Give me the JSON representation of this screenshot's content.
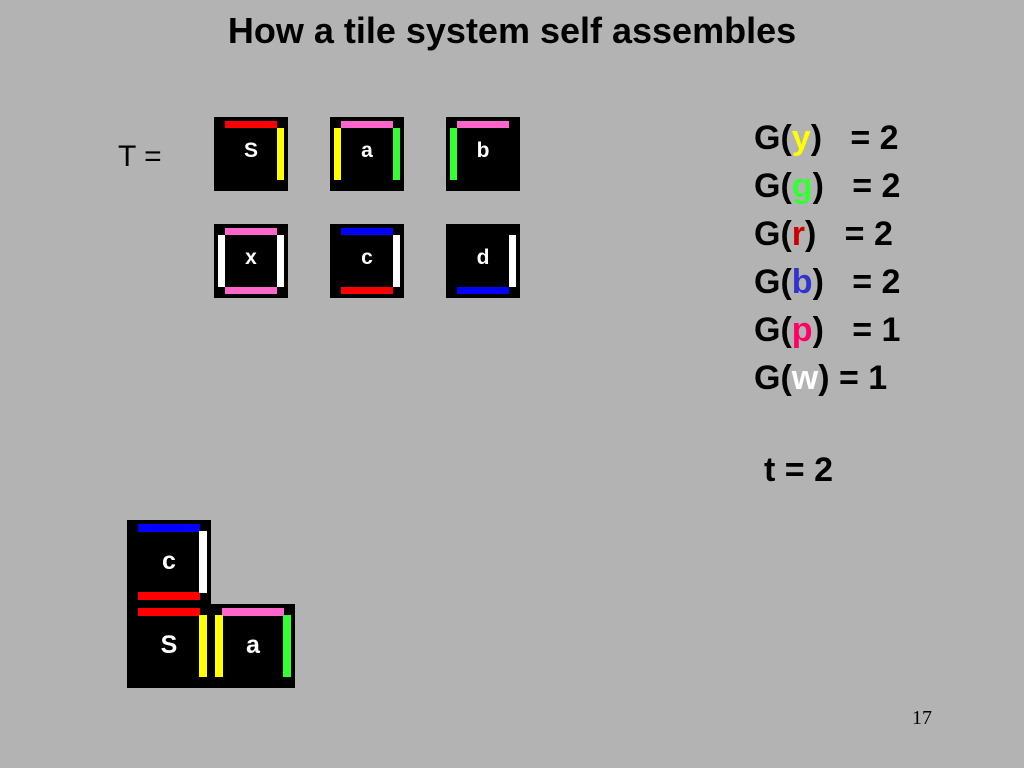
{
  "title": "How a tile system self assembles",
  "tile_set_label": "T =",
  "colors": {
    "background": "#b3b3b3",
    "red": "#ff0000",
    "yellow": "#ffff00",
    "pink": "#ff66cc",
    "green": "#33ff33",
    "blue": "#0000ff",
    "white": "#ffffff"
  },
  "tile_set": [
    {
      "label": "S",
      "north": "red",
      "east": "yellow",
      "south": null,
      "west": null
    },
    {
      "label": "a",
      "north": "pink",
      "east": "green",
      "south": null,
      "west": "yellow"
    },
    {
      "label": "b",
      "north": "pink",
      "east": null,
      "south": null,
      "west": "green"
    },
    {
      "label": "x",
      "north": "pink",
      "east": "white",
      "south": "pink",
      "west": "white"
    },
    {
      "label": "c",
      "north": "blue",
      "east": "white",
      "south": "red",
      "west": null
    },
    {
      "label": "d",
      "north": null,
      "east": "white",
      "south": "blue",
      "west": null
    }
  ],
  "assembly": [
    {
      "label": "c",
      "north": "blue",
      "east": "white",
      "south": "red",
      "west": null
    },
    {
      "label": "S",
      "north": "red",
      "east": "yellow",
      "south": null,
      "west": null
    },
    {
      "label": "a",
      "north": "pink",
      "east": "green",
      "south": null,
      "west": "yellow"
    }
  ],
  "glue_strengths": [
    {
      "prefix": "G(",
      "glue": "y",
      "suffix": ")   = 2",
      "color": "#ffff00"
    },
    {
      "prefix": "G(",
      "glue": "g",
      "suffix": ")   = 2",
      "color": "#33ff33"
    },
    {
      "prefix": "G(",
      "glue": "r",
      "suffix": ")   = 2",
      "color": "#cc0000"
    },
    {
      "prefix": "G(",
      "glue": "b",
      "suffix": ")   = 2",
      "color": "#3333cc"
    },
    {
      "prefix": "G(",
      "glue": "p",
      "suffix": ")   = 1",
      "color": "#ff0066"
    },
    {
      "prefix": "G(",
      "glue": "w",
      "suffix": ") = 1",
      "color": "#ffffff"
    }
  ],
  "temperature": "t = 2",
  "page_number": "17"
}
